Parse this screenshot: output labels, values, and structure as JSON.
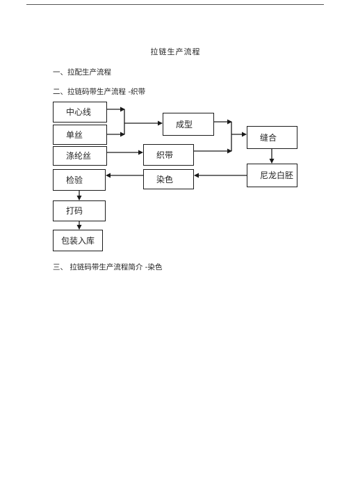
{
  "document": {
    "title": "拉链生产流程",
    "section1": "一、拉配生产流程",
    "section2": "二、拉链码带生产流程 -织带",
    "section3": "三、  拉链码带生产流程简介    -染色"
  },
  "flowchart": {
    "center_line": "中心线",
    "single_filament": "单丝",
    "polyester_filament": "涤纶丝",
    "forming": "成型",
    "weaving": "织带",
    "dyeing": "染色",
    "sewing": "缝合",
    "nylon_blank": "尼龙白胚",
    "inspection": "检验",
    "printing": "打码",
    "packing": "包装入库"
  }
}
